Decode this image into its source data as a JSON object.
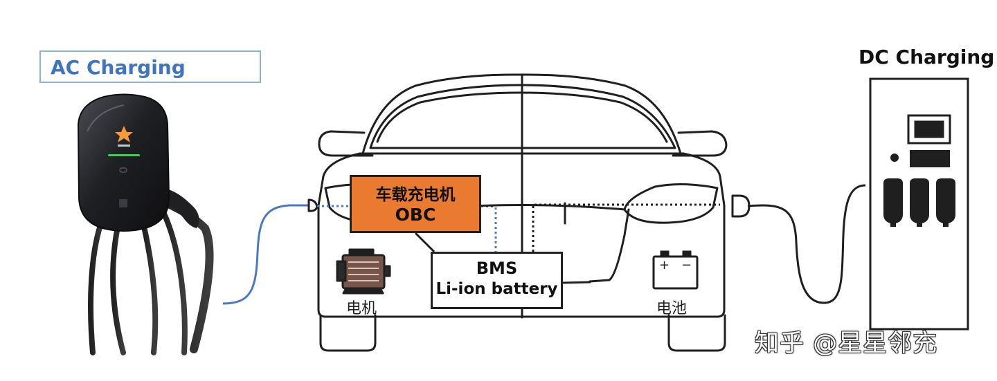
{
  "labels": {
    "ac_title": "AC Charging",
    "dc_title": "DC Charging",
    "obc_cn": "车载充电机",
    "obc_en": "OBC",
    "bms_title": "BMS",
    "bms_sub": "Li-ion battery",
    "motor": "电机",
    "battery": "电池",
    "battery_plus": "+",
    "battery_minus": "−",
    "watermark": "知乎 @星星邻充"
  },
  "icons": {
    "ac_charger": "wallbox-icon",
    "dc_charger": "dc-pile-icon",
    "motor": "motor-icon",
    "battery": "battery-icon",
    "car": "car-outline-icon",
    "logo": "star-logo-icon"
  },
  "colors": {
    "ac_cable": "#4a78c6",
    "obc_fill": "#ea7a30",
    "line": "#1f1f1f",
    "charger_body": "#1b1b1d",
    "indicator": "#36d35a",
    "logo": "#f59a3c"
  }
}
